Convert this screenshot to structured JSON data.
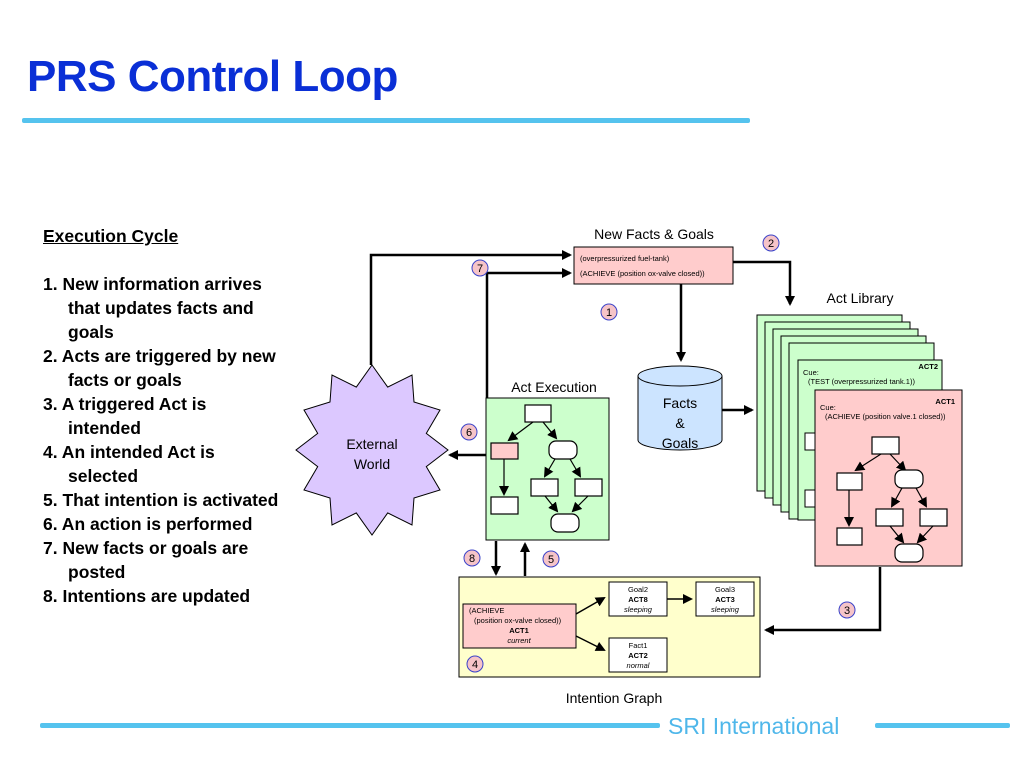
{
  "title": "PRS Control Loop",
  "execution_cycle": {
    "heading": "Execution Cycle",
    "items": [
      "1.  New information arrives that updates facts and goals",
      "2. Acts are triggered by new facts or goals",
      "3.  A triggered Act is intended",
      "4.  An intended Act is selected",
      "5.  That intention is activated",
      "6.  An action is performed",
      "7.  New facts or goals are posted",
      "8.  Intentions are updated"
    ]
  },
  "diagram": {
    "new_facts_goals": {
      "label": "New Facts & Goals",
      "line1": "(overpressurized fuel-tank)",
      "line2": "(ACHIEVE (position ox-valve closed))"
    },
    "facts_goals_db": {
      "line1": "Facts",
      "line2": "&",
      "line3": "Goals"
    },
    "act_library": {
      "label": "Act Library",
      "act2": {
        "name": "ACT2",
        "cue": "Cue:",
        "cue_text": "(TEST (overpressurized tank.1))"
      },
      "act1": {
        "name": "ACT1",
        "cue": "Cue:",
        "cue_text": "(ACHIEVE (position valve.1 closed))"
      }
    },
    "act_execution": {
      "label": "Act Execution"
    },
    "external_world": {
      "line1": "External",
      "line2": "World"
    },
    "intention_graph": {
      "label": "Intention Graph",
      "main": {
        "line1": "(ACHIEVE",
        "line2": "(position ox-valve closed))",
        "act": "ACT1",
        "state": "current"
      },
      "goal2": {
        "line1": "Goal2",
        "act": "ACT8",
        "state": "sleeping"
      },
      "goal3": {
        "line1": "Goal3",
        "act": "ACT3",
        "state": "sleeping"
      },
      "fact1": {
        "line1": "Fact1",
        "act": "ACT2",
        "state": "normal"
      }
    },
    "steps": [
      "1",
      "2",
      "3",
      "4",
      "5",
      "6",
      "7",
      "8"
    ]
  },
  "footer": {
    "org": "SRI International"
  },
  "colors": {
    "title": "#0a2fd6",
    "accent_rule": "#55c3ee",
    "step_badge_fill": "#f6c4c8",
    "step_badge_stroke": "#3a43c9",
    "act_library_green": "#ccffcc",
    "intention_graph_yellow": "#ffffcc",
    "pink": "#ffcccc",
    "db_blue": "#cce4ff",
    "external_world_purple": "#dcc8ff"
  }
}
